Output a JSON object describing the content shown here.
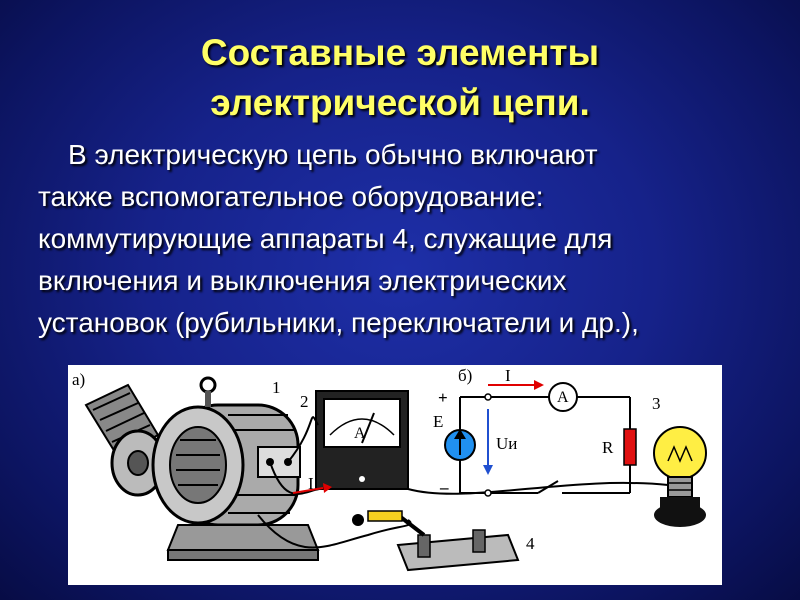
{
  "slide": {
    "title_lines": [
      "Составные элементы",
      "электрической цепи."
    ],
    "body_lines": [
      "В электрическую цепь обычно включают",
      "также вспомогательное оборудование:",
      "коммутирующие аппараты 4, служащие для",
      "включения и выключения электрических",
      "установок (рубильники, переключатели и др.),"
    ]
  },
  "figure": {
    "label_a": "а)",
    "label_b": "б)",
    "num_1": "1",
    "num_2": "2",
    "num_3": "3",
    "num_4": "4",
    "current_I_left": "I",
    "current_I_top": "I",
    "ammeter_face": "A",
    "ammeter_circle": "A",
    "source_E": "E",
    "voltage_U": "Uи",
    "resistor_R": "R",
    "plus": "+",
    "minus": "–"
  },
  "colors": {
    "title": "#ffff66",
    "body_text": "#ffffff",
    "background": "#16228a",
    "arrow_red": "#e00000",
    "source_blue": "#2090f0",
    "resistor_red": "#e01010",
    "bulb_yellow": "#ffee44"
  }
}
